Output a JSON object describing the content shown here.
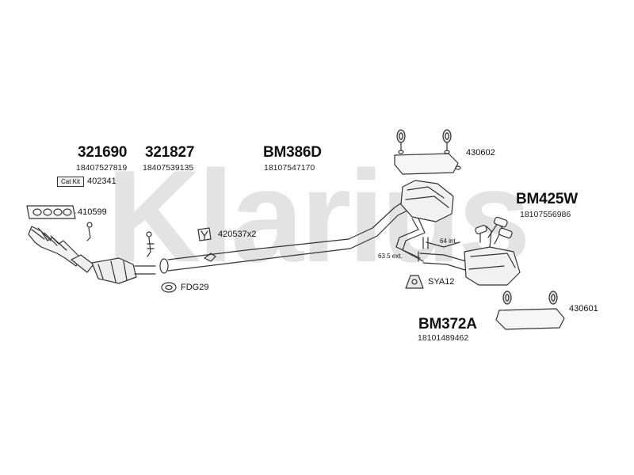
{
  "watermark": "Klarius",
  "parts": [
    {
      "code": "321690",
      "number": "18407527819"
    },
    {
      "code": "321827",
      "number": "18407539135"
    },
    {
      "code": "BM386D",
      "number": "18107547170"
    },
    {
      "code": "BM425W",
      "number": "18107556986"
    },
    {
      "code": "BM372A",
      "number": "18101489462"
    }
  ],
  "fittings": {
    "cat_kit_label": "Cat Kit",
    "cat_kit_code": "402341",
    "gasket_code": "410599",
    "clamp_code": "420537x2",
    "flange_gasket_code": "FDG29",
    "mount_code": "SYA12",
    "hanger_front_code": "430602",
    "hanger_rear_code": "430601"
  },
  "dimensions": {
    "ext": "63.5 ext.",
    "int": "64 int."
  },
  "colors": {
    "line": "#333333",
    "watermark": "#e2e2e2",
    "text": "#111111"
  }
}
